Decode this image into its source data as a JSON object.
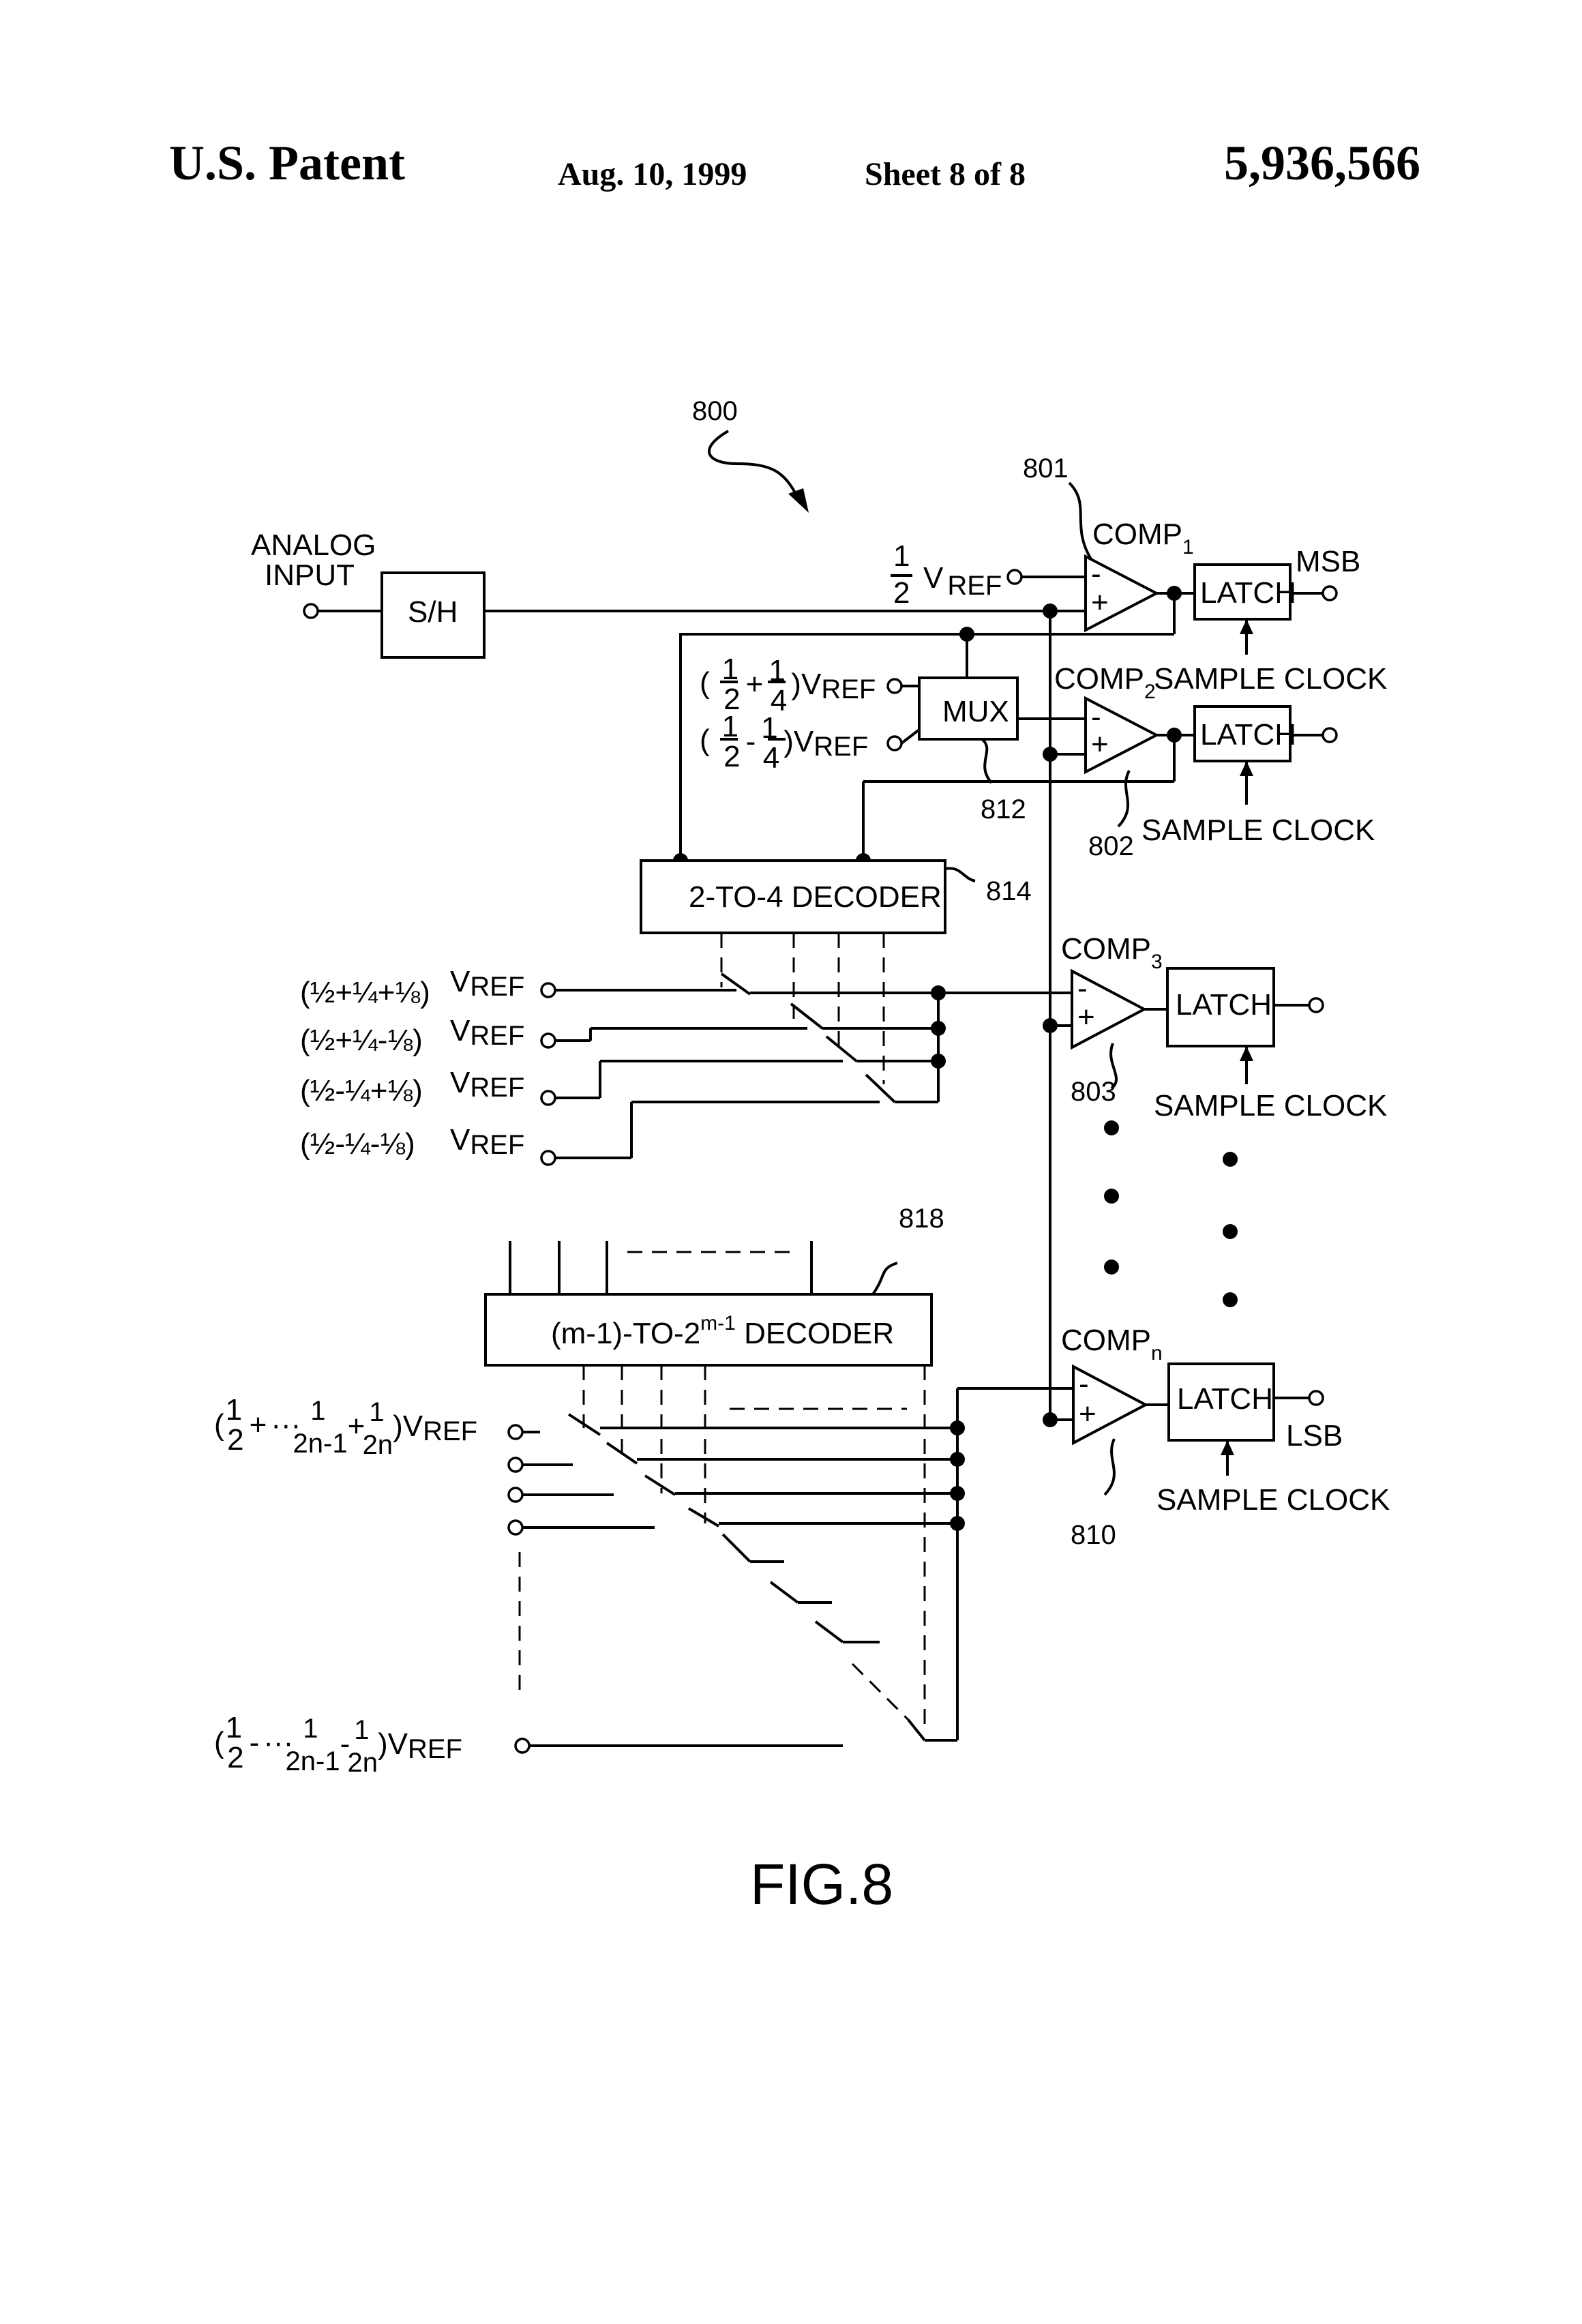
{
  "header": {
    "left": "U.S. Patent",
    "date": "Aug. 10, 1999",
    "sheet": "Sheet 8 of 8",
    "number": "5,936,566"
  },
  "figure": {
    "ref_main": "800",
    "caption": "FIG.8",
    "analog_input_l1": "ANALOG",
    "analog_input_l2": "INPUT",
    "sh": "S/H",
    "mux": "MUX",
    "decoder_2to4": "2-TO-4 DECODER",
    "decoder_m": "(m-1)-TO-2",
    "decoder_m_sup": "m-1",
    "decoder_m_tail": " DECODER",
    "latch": "LATCH",
    "sample_clock": "SAMPLE CLOCK",
    "msb": "MSB",
    "lsb": "LSB",
    "comp": "COMP",
    "comp_subs": [
      "1",
      "2",
      "3",
      "n"
    ],
    "refs": {
      "r801": "801",
      "r802": "802",
      "r803": "803",
      "r810": "810",
      "r812": "812",
      "r814": "814",
      "r818": "818"
    },
    "minus": "-",
    "plus": "+",
    "vref": "V",
    "vref_sub": "REF",
    "half_num": "1",
    "half_den": "2",
    "quarter_den": "4",
    "eighth_den": "8",
    "sym_plus": "+",
    "sym_minus": "-",
    "paren_open": "(",
    "paren_close": ")",
    "dots": "···",
    "den_2n1": "2n-1",
    "den_2n": "2n"
  }
}
